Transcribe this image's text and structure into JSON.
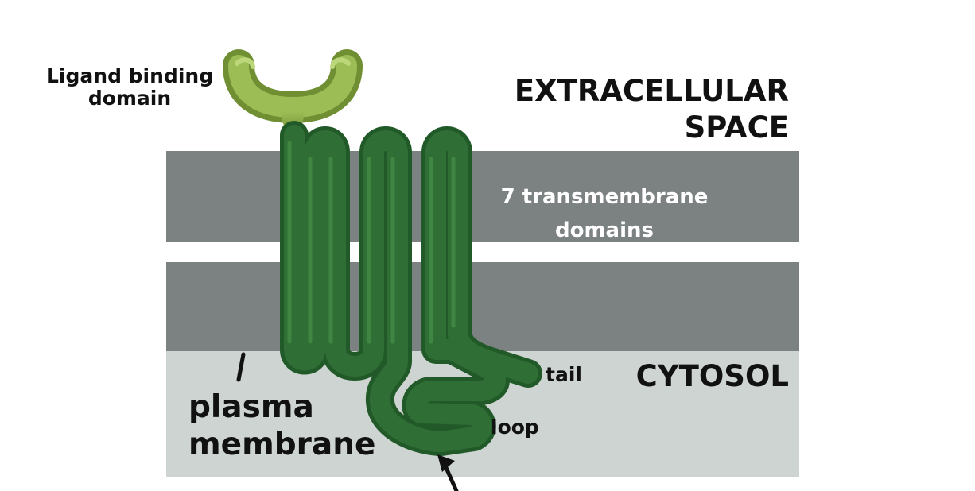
{
  "labels": {
    "ligand_line1": "Ligand binding",
    "ligand_line2": "domain",
    "extracellular_line1": "EXTRACELLULAR",
    "extracellular_line2": "SPACE",
    "transmembrane_line1": "7 transmembrane",
    "transmembrane_line2": "domains",
    "cytosol": "CYTOSOL",
    "tail": "tail",
    "loop": "loop",
    "membrane_line1": "plasma",
    "membrane_line2": "membrane"
  },
  "colors": {
    "receptor": "#2f6e35",
    "receptor_highlight": "#4c9a4f",
    "ligand_domain": "#8fb04a",
    "membrane": "#7c8282",
    "cytosol": "#cdd4d1"
  }
}
